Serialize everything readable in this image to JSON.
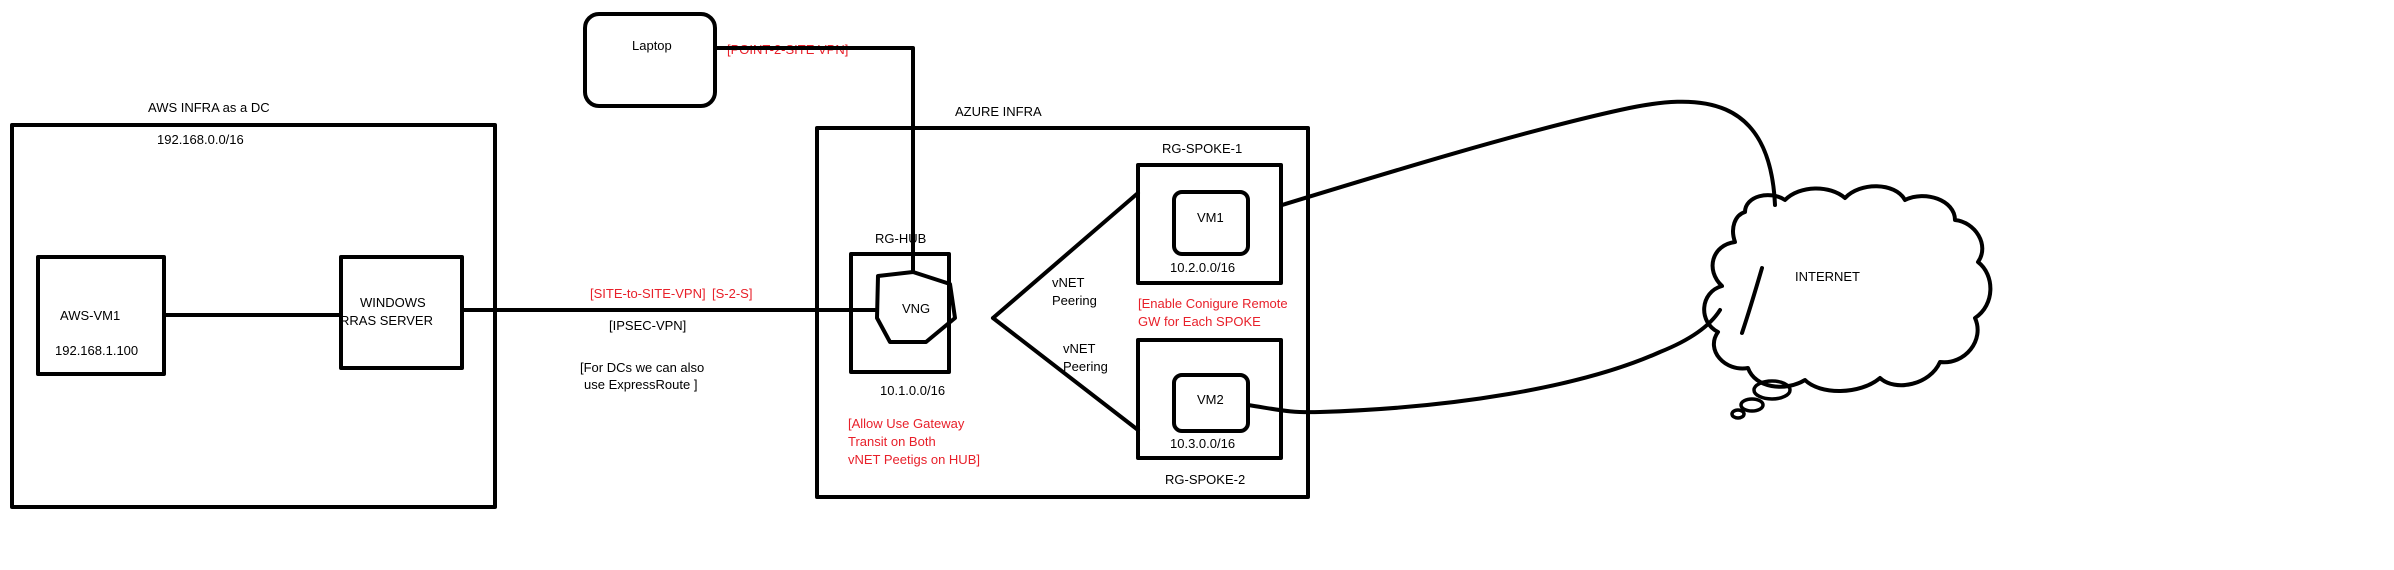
{
  "colors": {
    "background": "#ffffff",
    "line": "#000000",
    "note_red": "#e8202a"
  },
  "laptop": {
    "label": "Laptop",
    "vpn_label": "[POINT-2-SITE VPN]"
  },
  "aws": {
    "title": "AWS INFRA as a DC",
    "cidr": "192.168.0.0/16",
    "vm_label": "AWS-VM1",
    "vm_ip": "192.168.1.100",
    "rras_line1": "WINDOWS",
    "rras_line2": "RRAS SERVER"
  },
  "link": {
    "site_to_site": "[SITE-to-SITE-VPN]",
    "s2s": "[S-2-S]",
    "ipsec": "[IPSEC-VPN]",
    "expressroute_line1": "[For DCs we can also",
    "expressroute_line2": "use ExpressRoute ]"
  },
  "azure": {
    "title": "AZURE INFRA",
    "hub": {
      "label": "RG-HUB",
      "gateway": "VNG",
      "cidr": "10.1.0.0/16",
      "note_line1": "[Allow Use Gateway",
      "note_line2": "Transit on Both",
      "note_line3": "vNET Peetigs on HUB]"
    },
    "peering1_line1": "vNET",
    "peering1_line2": "Peering",
    "peering2_line1": "vNET",
    "peering2_line2": "Peering",
    "spoke1": {
      "label": "RG-SPOKE-1",
      "vm": "VM1",
      "cidr": "10.2.0.0/16",
      "note_line1": "[Enable Conigure Remote",
      "note_line2": "GW for Each SPOKE"
    },
    "spoke2": {
      "label": "RG-SPOKE-2",
      "vm": "VM2",
      "cidr": "10.3.0.0/16"
    }
  },
  "internet": {
    "label": "INTERNET"
  }
}
